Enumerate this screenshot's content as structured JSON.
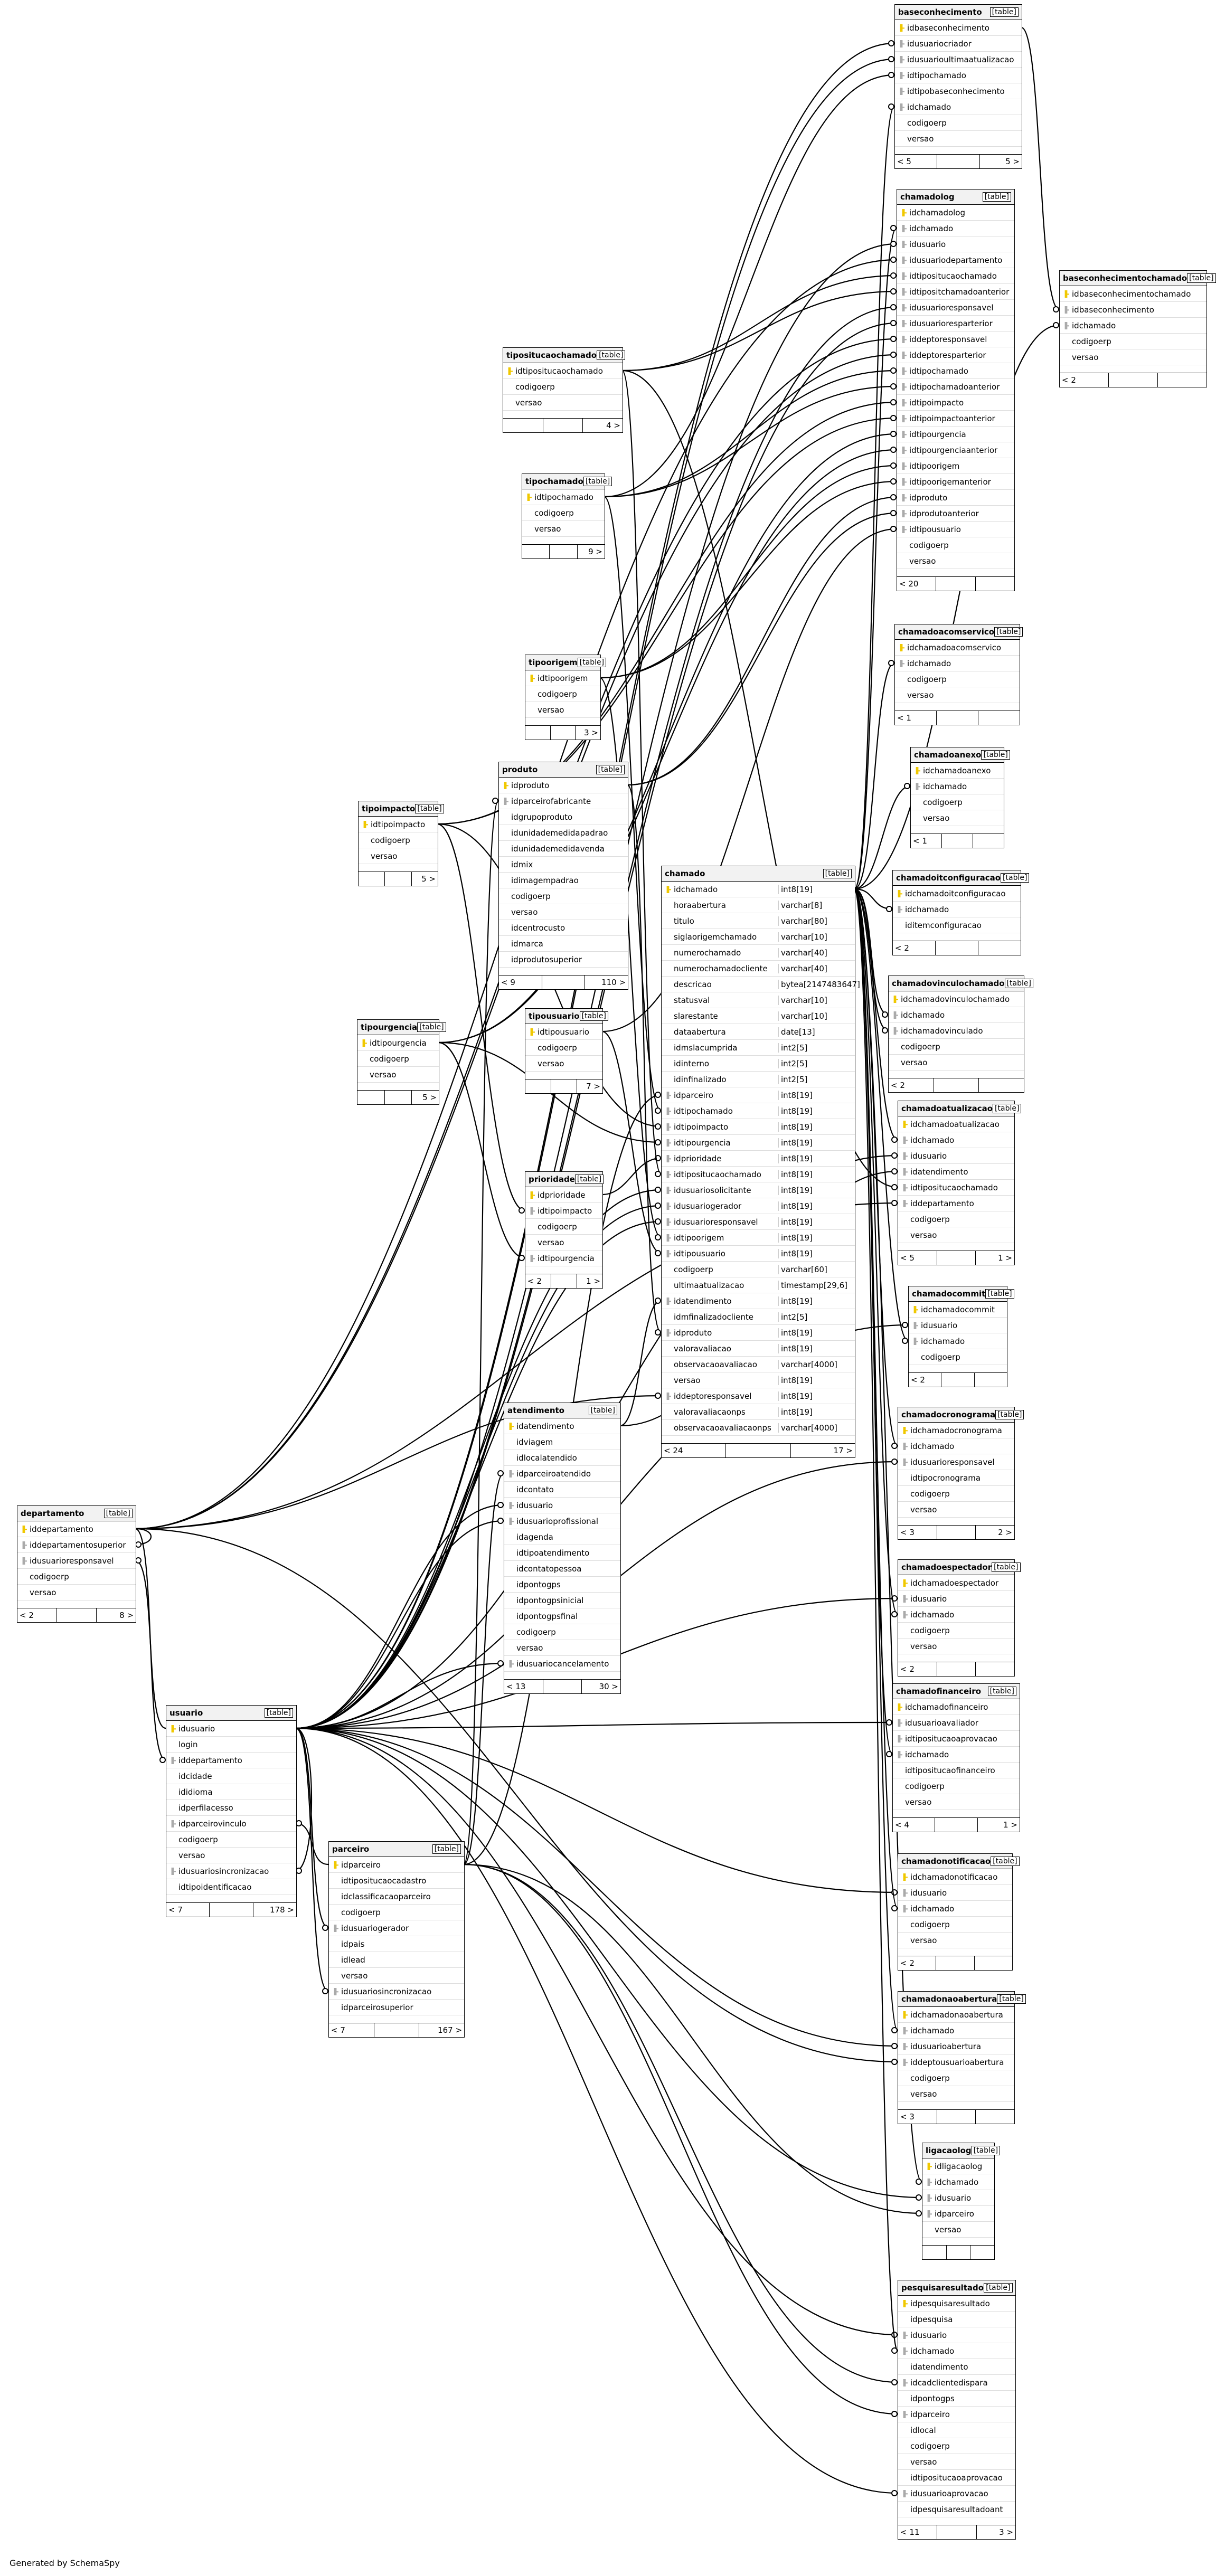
{
  "footer": "Generated by SchemaSpy",
  "tables": [
    {
      "name": "baseconhecimento",
      "cols": [
        [
          "idbaseconhecimento",
          "pk"
        ],
        [
          "idusuariocriador",
          "fk"
        ],
        [
          "idusuarioultimaatualizacao",
          "fk"
        ],
        [
          "idtipochamado",
          "fk"
        ],
        [
          "idtipobaseconhecimento",
          "fk"
        ],
        [
          "idchamado",
          "fk"
        ],
        [
          "codigoerp",
          ""
        ],
        [
          "versao",
          ""
        ]
      ],
      "footer": [
        "< 5",
        "",
        "5 >"
      ]
    },
    {
      "name": "chamadolog",
      "cols": [
        [
          "idchamadolog",
          "pk"
        ],
        [
          "idchamado",
          "fk"
        ],
        [
          "idusuario",
          "fk"
        ],
        [
          "idusuariodepartamento",
          "fk"
        ],
        [
          "idtipositucaochamado",
          "fk"
        ],
        [
          "idtipositchamadoanterior",
          "fk"
        ],
        [
          "idusuarioresponsavel",
          "fk"
        ],
        [
          "idusuarioresparterior",
          "fk"
        ],
        [
          "iddeptoresponsavel",
          "fk"
        ],
        [
          "iddeptoresparterior",
          "fk"
        ],
        [
          "idtipochamado",
          "fk"
        ],
        [
          "idtipochamadoanterior",
          "fk"
        ],
        [
          "idtipoimpacto",
          "fk"
        ],
        [
          "idtipoimpactoanterior",
          "fk"
        ],
        [
          "idtipourgencia",
          "fk"
        ],
        [
          "idtipourgenciaanterior",
          "fk"
        ],
        [
          "idtipoorigem",
          "fk"
        ],
        [
          "idtipoorigemanterior",
          "fk"
        ],
        [
          "idproduto",
          "fk"
        ],
        [
          "idprodutoanterior",
          "fk"
        ],
        [
          "idtipousuario",
          "fk"
        ],
        [
          "codigoerp",
          ""
        ],
        [
          "versao",
          ""
        ]
      ],
      "footer": [
        "< 20",
        "",
        ""
      ]
    },
    {
      "name": "baseconhecimentochamado",
      "cols": [
        [
          "idbaseconhecimentochamado",
          "pk"
        ],
        [
          "idbaseconhecimento",
          "fk"
        ],
        [
          "idchamado",
          "fk"
        ],
        [
          "codigoerp",
          ""
        ],
        [
          "versao",
          ""
        ]
      ],
      "footer": [
        "< 2",
        "",
        ""
      ]
    },
    {
      "name": "tipositucaochamado",
      "cols": [
        [
          "idtipositucaochamado",
          "pk"
        ],
        [
          "codigoerp",
          ""
        ],
        [
          "versao",
          ""
        ]
      ],
      "footer": [
        "",
        "",
        "4 >"
      ]
    },
    {
      "name": "tipochamado",
      "cols": [
        [
          "idtipochamado",
          "pk"
        ],
        [
          "codigoerp",
          ""
        ],
        [
          "versao",
          ""
        ]
      ],
      "footer": [
        "",
        "",
        "9 >"
      ]
    },
    {
      "name": "chamadoacomservico",
      "cols": [
        [
          "idchamadoacomservico",
          "pk"
        ],
        [
          "idchamado",
          "fk"
        ],
        [
          "codigoerp",
          ""
        ],
        [
          "versao",
          ""
        ]
      ],
      "footer": [
        "< 1",
        "",
        ""
      ]
    },
    {
      "name": "tipoorigem",
      "cols": [
        [
          "idtipoorigem",
          "pk"
        ],
        [
          "codigoerp",
          ""
        ],
        [
          "versao",
          ""
        ]
      ],
      "footer": [
        "",
        "",
        "3 >"
      ]
    },
    {
      "name": "chamadoanexo",
      "cols": [
        [
          "idchamadoanexo",
          "pk"
        ],
        [
          "idchamado",
          "fk"
        ],
        [
          "codigoerp",
          ""
        ],
        [
          "versao",
          ""
        ]
      ],
      "footer": [
        "< 1",
        "",
        ""
      ]
    },
    {
      "name": "produto",
      "cols": [
        [
          "idproduto",
          "pk"
        ],
        [
          "idparceirofabricante",
          "fk"
        ],
        [
          "idgrupoproduto",
          ""
        ],
        [
          "idunidademedidapadrao",
          ""
        ],
        [
          "idunidademedidavenda",
          ""
        ],
        [
          "idmix",
          ""
        ],
        [
          "idimagempadrao",
          ""
        ],
        [
          "codigoerp",
          ""
        ],
        [
          "versao",
          ""
        ],
        [
          "idcentrocusto",
          ""
        ],
        [
          "idmarca",
          ""
        ],
        [
          "idprodutosuperior",
          ""
        ]
      ],
      "footer": [
        "< 9",
        "",
        "110 >"
      ]
    },
    {
      "name": "tipoimpacto",
      "cols": [
        [
          "idtipoimpacto",
          "pk"
        ],
        [
          "codigoerp",
          ""
        ],
        [
          "versao",
          ""
        ]
      ],
      "footer": [
        "",
        "",
        "5 >"
      ]
    },
    {
      "name": "chamadoitconfiguracao",
      "cols": [
        [
          "idchamadoitconfiguracao",
          "pk"
        ],
        [
          "idchamado",
          "fk"
        ],
        [
          "iditemconfiguracao",
          ""
        ]
      ],
      "footer": [
        "< 2",
        "",
        ""
      ]
    },
    {
      "name": "chamado",
      "wide": true,
      "cols": [
        [
          "idchamado",
          "pk",
          "int8[19]"
        ],
        [
          "horaabertura",
          "",
          "varchar[8]"
        ],
        [
          "titulo",
          "",
          "varchar[80]"
        ],
        [
          "siglaorigemchamado",
          "",
          "varchar[10]"
        ],
        [
          "numerochamado",
          "",
          "varchar[40]"
        ],
        [
          "numerochamadocliente",
          "",
          "varchar[40]"
        ],
        [
          "descricao",
          "",
          "bytea[2147483647]"
        ],
        [
          "statusval",
          "",
          "varchar[10]"
        ],
        [
          "slarestante",
          "",
          "varchar[10]"
        ],
        [
          "dataabertura",
          "",
          "date[13]"
        ],
        [
          "idmslacumprida",
          "",
          "int2[5]"
        ],
        [
          "idinterno",
          "",
          "int2[5]"
        ],
        [
          "idinfinalizado",
          "",
          "int2[5]"
        ],
        [
          "idparceiro",
          "fk",
          "int8[19]"
        ],
        [
          "idtipochamado",
          "fk",
          "int8[19]"
        ],
        [
          "idtipoimpacto",
          "fk",
          "int8[19]"
        ],
        [
          "idtipourgencia",
          "fk",
          "int8[19]"
        ],
        [
          "idprioridade",
          "fk",
          "int8[19]"
        ],
        [
          "idtipositucaochamado",
          "fk",
          "int8[19]"
        ],
        [
          "idusuariosolicitante",
          "fk",
          "int8[19]"
        ],
        [
          "idusuariogerador",
          "fk",
          "int8[19]"
        ],
        [
          "idusuarioresponsavel",
          "fk",
          "int8[19]"
        ],
        [
          "idtipoorigem",
          "fk",
          "int8[19]"
        ],
        [
          "idtipousuario",
          "fk",
          "int8[19]"
        ],
        [
          "codigoerp",
          "",
          "varchar[60]"
        ],
        [
          "ultimaatualizacao",
          "",
          "timestamp[29,6]"
        ],
        [
          "idatendimento",
          "fk",
          "int8[19]"
        ],
        [
          "idmfinalizadocliente",
          "",
          "int2[5]"
        ],
        [
          "idproduto",
          "fk",
          "int8[19]"
        ],
        [
          "valoravaliacao",
          "",
          "int8[19]"
        ],
        [
          "observacaoavaliacao",
          "",
          "varchar[4000]"
        ],
        [
          "versao",
          "",
          "int8[19]"
        ],
        [
          "iddeptoresponsavel",
          "fk",
          "int8[19]"
        ],
        [
          "valoravaliacaonps",
          "",
          "int8[19]"
        ],
        [
          "observacaoavaliacaonps",
          "",
          "varchar[4000]"
        ]
      ],
      "footer": [
        "< 24",
        "",
        "17 >"
      ]
    },
    {
      "name": "chamadovinculochamado",
      "cols": [
        [
          "idchamadovinculochamado",
          "pk"
        ],
        [
          "idchamado",
          "fk"
        ],
        [
          "idchamadovinculado",
          "fk"
        ],
        [
          "codigoerp",
          ""
        ],
        [
          "versao",
          ""
        ]
      ],
      "footer": [
        "< 2",
        "",
        ""
      ]
    },
    {
      "name": "tipourgencia",
      "cols": [
        [
          "idtipourgencia",
          "pk"
        ],
        [
          "codigoerp",
          ""
        ],
        [
          "versao",
          ""
        ]
      ],
      "footer": [
        "",
        "",
        "5 >"
      ]
    },
    {
      "name": "tipousuario",
      "cols": [
        [
          "idtipousuario",
          "pk"
        ],
        [
          "codigoerp",
          ""
        ],
        [
          "versao",
          ""
        ]
      ],
      "footer": [
        "",
        "",
        "7 >"
      ]
    },
    {
      "name": "chamadoatualizacao",
      "cols": [
        [
          "idchamadoatualizacao",
          "pk"
        ],
        [
          "idchamado",
          "fk"
        ],
        [
          "idusuario",
          "fk"
        ],
        [
          "idatendimento",
          "fk"
        ],
        [
          "idtipositucaochamado",
          "fk"
        ],
        [
          "iddepartamento",
          "fk"
        ],
        [
          "codigoerp",
          ""
        ],
        [
          "versao",
          ""
        ]
      ],
      "footer": [
        "< 5",
        "",
        "1 >"
      ]
    },
    {
      "name": "prioridade",
      "cols": [
        [
          "idprioridade",
          "pk"
        ],
        [
          "idtipoimpacto",
          "fk"
        ],
        [
          "codigoerp",
          ""
        ],
        [
          "versao",
          ""
        ],
        [
          "idtipourgencia",
          "fk"
        ]
      ],
      "footer": [
        "< 2",
        "",
        "1 >"
      ]
    },
    {
      "name": "chamadocommit",
      "cols": [
        [
          "idchamadocommit",
          "pk"
        ],
        [
          "idusuario",
          "fk"
        ],
        [
          "idchamado",
          "fk"
        ],
        [
          "codigoerp",
          ""
        ]
      ],
      "footer": [
        "< 2",
        "",
        ""
      ]
    },
    {
      "name": "atendimento",
      "cols": [
        [
          "idatendimento",
          "pk"
        ],
        [
          "idviagem",
          ""
        ],
        [
          "idlocalatendido",
          ""
        ],
        [
          "idparceiroatendido",
          "fk"
        ],
        [
          "idcontato",
          ""
        ],
        [
          "idusuario",
          "fk"
        ],
        [
          "idusuarioprofissional",
          "fk"
        ],
        [
          "idagenda",
          ""
        ],
        [
          "idtipoatendimento",
          ""
        ],
        [
          "idcontatopessoa",
          ""
        ],
        [
          "idpontogps",
          ""
        ],
        [
          "idpontogpsinicial",
          ""
        ],
        [
          "idpontogpsfinal",
          ""
        ],
        [
          "codigoerp",
          ""
        ],
        [
          "versao",
          ""
        ],
        [
          "idusuariocancelamento",
          "fk"
        ]
      ],
      "footer": [
        "< 13",
        "",
        "30 >"
      ]
    },
    {
      "name": "chamadocronograma",
      "cols": [
        [
          "idchamadocronograma",
          "pk"
        ],
        [
          "idchamado",
          "fk"
        ],
        [
          "idusuarioresponsavel",
          "fk"
        ],
        [
          "idtipocronograma",
          ""
        ],
        [
          "codigoerp",
          ""
        ],
        [
          "versao",
          ""
        ]
      ],
      "footer": [
        "< 3",
        "",
        "2 >"
      ]
    },
    {
      "name": "departamento",
      "cols": [
        [
          "iddepartamento",
          "pk"
        ],
        [
          "iddepartamentosuperior",
          "fk"
        ],
        [
          "idusuarioresponsavel",
          "fk"
        ],
        [
          "codigoerp",
          ""
        ],
        [
          "versao",
          ""
        ]
      ],
      "footer": [
        "< 2",
        "",
        "8 >"
      ]
    },
    {
      "name": "chamadoespectador",
      "cols": [
        [
          "idchamadoespectador",
          "pk"
        ],
        [
          "idusuario",
          "fk"
        ],
        [
          "idchamado",
          "fk"
        ],
        [
          "codigoerp",
          ""
        ],
        [
          "versao",
          ""
        ]
      ],
      "footer": [
        "< 2",
        "",
        ""
      ]
    },
    {
      "name": "chamadofinanceiro",
      "cols": [
        [
          "idchamadofinanceiro",
          "pk"
        ],
        [
          "idusuarioavaliador",
          "fk"
        ],
        [
          "idtipositucaoaprovacao",
          "fk"
        ],
        [
          "idchamado",
          "fk"
        ],
        [
          "idtipositucaofinanceiro",
          ""
        ],
        [
          "codigoerp",
          ""
        ],
        [
          "versao",
          ""
        ]
      ],
      "footer": [
        "< 4",
        "",
        "1 >"
      ]
    },
    {
      "name": "usuario",
      "cols": [
        [
          "idusuario",
          "pk"
        ],
        [
          "login",
          ""
        ],
        [
          "iddepartamento",
          "fk"
        ],
        [
          "idcidade",
          ""
        ],
        [
          "ididioma",
          ""
        ],
        [
          "idperfilacesso",
          ""
        ],
        [
          "idparceirovinculo",
          "fk"
        ],
        [
          "codigoerp",
          ""
        ],
        [
          "versao",
          ""
        ],
        [
          "idusuariosincronizacao",
          "fk"
        ],
        [
          "idtipoidentificacao",
          ""
        ]
      ],
      "footer": [
        "< 7",
        "",
        "178 >"
      ]
    },
    {
      "name": "parceiro",
      "cols": [
        [
          "idparceiro",
          "pk"
        ],
        [
          "idtipositucaocadastro",
          ""
        ],
        [
          "idclassificacaoparceiro",
          ""
        ],
        [
          "codigoerp",
          ""
        ],
        [
          "idusuariogerador",
          "fk"
        ],
        [
          "idpais",
          ""
        ],
        [
          "idlead",
          ""
        ],
        [
          "versao",
          ""
        ],
        [
          "idusuariosincronizacao",
          "fk"
        ],
        [
          "idparceirosuperior",
          ""
        ]
      ],
      "footer": [
        "< 7",
        "",
        "167 >"
      ]
    },
    {
      "name": "chamadonotificacao",
      "cols": [
        [
          "idchamadonotificacao",
          "pk"
        ],
        [
          "idusuario",
          "fk"
        ],
        [
          "idchamado",
          "fk"
        ],
        [
          "codigoerp",
          ""
        ],
        [
          "versao",
          ""
        ]
      ],
      "footer": [
        "< 2",
        "",
        ""
      ]
    },
    {
      "name": "chamadonaoabertura",
      "cols": [
        [
          "idchamadonaoabertura",
          "pk"
        ],
        [
          "idchamado",
          "fk"
        ],
        [
          "idusuarioabertura",
          "fk"
        ],
        [
          "iddeptousuarioabertura",
          "fk"
        ],
        [
          "codigoerp",
          ""
        ],
        [
          "versao",
          ""
        ]
      ],
      "footer": [
        "< 3",
        "",
        ""
      ]
    },
    {
      "name": "ligacaolog",
      "cols": [
        [
          "idligacaolog",
          "pk"
        ],
        [
          "idchamado",
          "fk"
        ],
        [
          "idusuario",
          "fk"
        ],
        [
          "idparceiro",
          "fk"
        ],
        [
          "versao",
          ""
        ]
      ],
      "footer": [
        "",
        "",
        ""
      ]
    },
    {
      "name": "pesquisaresultado",
      "cols": [
        [
          "idpesquisaresultado",
          "pk"
        ],
        [
          "idpesquisa",
          ""
        ],
        [
          "idusuario",
          "fk"
        ],
        [
          "idchamado",
          "fk"
        ],
        [
          "idatendimento",
          ""
        ],
        [
          "idcadclientedispara",
          "fk"
        ],
        [
          "idpontogps",
          ""
        ],
        [
          "idparceiro",
          "fk"
        ],
        [
          "idlocal",
          ""
        ],
        [
          "codigoerp",
          ""
        ],
        [
          "versao",
          ""
        ],
        [
          "idtipositucaoaprovacao",
          ""
        ],
        [
          "idusuarioaprovacao",
          "fk"
        ],
        [
          "idpesquisaresultadoant",
          ""
        ]
      ],
      "footer": [
        "< 11",
        "",
        "3 >"
      ]
    }
  ]
}
